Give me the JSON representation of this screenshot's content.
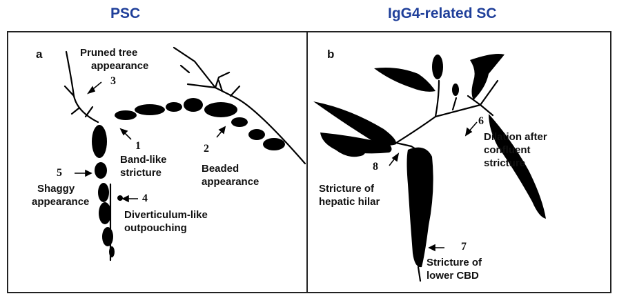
{
  "titles": {
    "left": "PSC",
    "right": "IgG4-related SC"
  },
  "panels": {
    "a": {
      "label": "a",
      "annotations": [
        {
          "num": "3",
          "text": [
            "Pruned tree",
            "appearance"
          ]
        },
        {
          "num": "1",
          "text": [
            "Band-like",
            "stricture"
          ]
        },
        {
          "num": "2",
          "text": [
            "Beaded",
            "appearance"
          ]
        },
        {
          "num": "5",
          "text": [
            "Shaggy",
            "appearance"
          ]
        },
        {
          "num": "4",
          "text": [
            "Diverticulum-like",
            "outpouching"
          ]
        }
      ]
    },
    "b": {
      "label": "b",
      "annotations": [
        {
          "num": "6",
          "text": [
            "Dilation after",
            "confluent",
            "stricture"
          ]
        },
        {
          "num": "8",
          "text": [
            "Stricture of",
            "hepatic hilar"
          ]
        },
        {
          "num": "7",
          "text": [
            "Stricture of",
            "lower CBD"
          ]
        }
      ]
    }
  }
}
